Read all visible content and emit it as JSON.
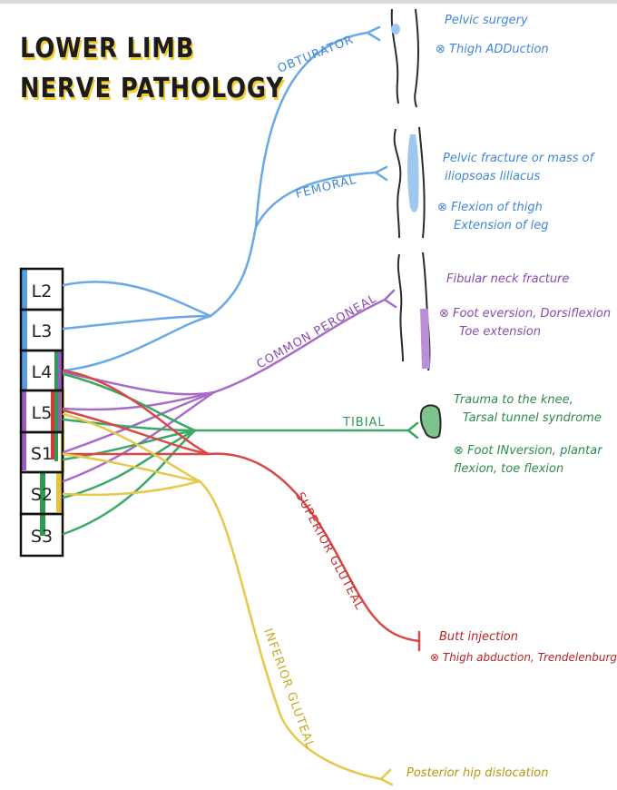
{
  "title_line1": "LOWER LIMB",
  "title_line2": "NERVE PATHOLOGY",
  "roots": [
    "L2",
    "L3",
    "L4",
    "L5",
    "S1",
    "S2",
    "S3"
  ],
  "nerves": {
    "obturator": {
      "name": "OBTURATOR",
      "color": "#5b9ee0",
      "notes": [
        "Pelvic surgery",
        "⊗ Thigh ADDuction"
      ]
    },
    "femoral": {
      "name": "FEMORAL",
      "color": "#5b9ee0",
      "notes": [
        "Pelvic fracture or mass of",
        "iliopsoas liliacus",
        "⊗ Flexion of thigh",
        "Extension of leg"
      ]
    },
    "common_peroneal": {
      "name": "COMMON PERONEAL",
      "color": "#9b5bbd",
      "notes": [
        "Fibular neck fracture",
        "⊗ Foot eversion, Dorsiflexion",
        "Toe extension"
      ]
    },
    "tibial": {
      "name": "TIBIAL",
      "color": "#2e9a55",
      "notes": [
        "Trauma to the knee,",
        "Tarsal tunnel syndrome",
        "⊗ Foot INversion, plantar",
        "flexion, toe flexion"
      ]
    },
    "superior_gluteal": {
      "name": "SUPERIOR GLUTEAL",
      "color": "#d23a3a",
      "notes": [
        "Butt injection",
        "⊗ Thigh abduction, Trendelenburg"
      ]
    },
    "inferior_gluteal": {
      "name": "INFERIOR GLUTEAL",
      "color": "#e3c43d",
      "notes": [
        "Posterior hip dislocation"
      ]
    }
  }
}
